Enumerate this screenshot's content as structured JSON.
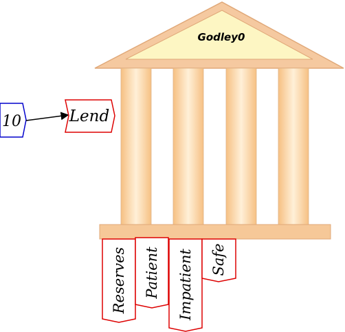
{
  "godley": {
    "title": "Godley0",
    "colors": {
      "roof_fill": "#f5c9a0",
      "roof_inner_fill": "#fdf6c3",
      "roof_stroke": "#e0a878",
      "column_light": "#fff0d8",
      "column_dark": "#f6c083",
      "base_fill": "#f6c898"
    }
  },
  "constant": {
    "value": "10",
    "stroke": "#0000cc"
  },
  "variables": {
    "stroke": "#dd0000",
    "lend": "Lend",
    "flows": [
      "Reserves",
      "Patient",
      "Impatient",
      "Safe"
    ]
  },
  "wire": {
    "color": "#000000"
  }
}
